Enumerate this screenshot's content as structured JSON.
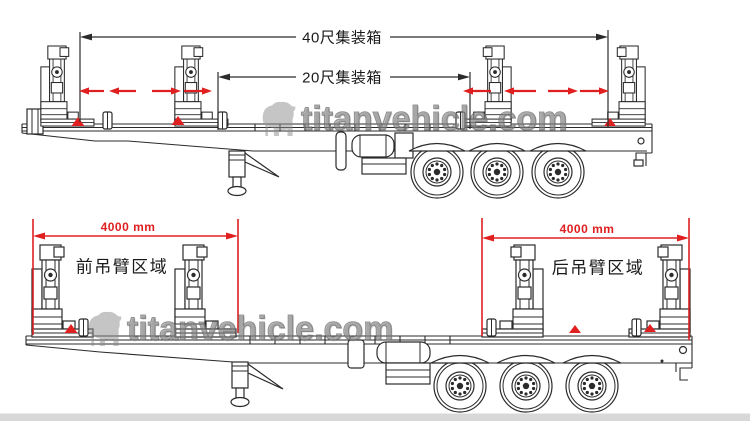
{
  "top_view": {
    "dim_40ft_label": "40尺集装箱",
    "dim_20ft_label": "20尺集装箱"
  },
  "bottom_view": {
    "front_zone": {
      "dim_label": "4000 mm",
      "zone_label": "前吊臂区域"
    },
    "rear_zone": {
      "dim_label": "4000 mm",
      "zone_label": "后吊臂区域"
    }
  },
  "watermark": {
    "text": "titanvehicle.com"
  },
  "colors": {
    "accent_red": "#e02020",
    "line": "#2b2b2b",
    "watermark_gray": "#8c8c8c",
    "footer_band": "#d8d8d8"
  }
}
